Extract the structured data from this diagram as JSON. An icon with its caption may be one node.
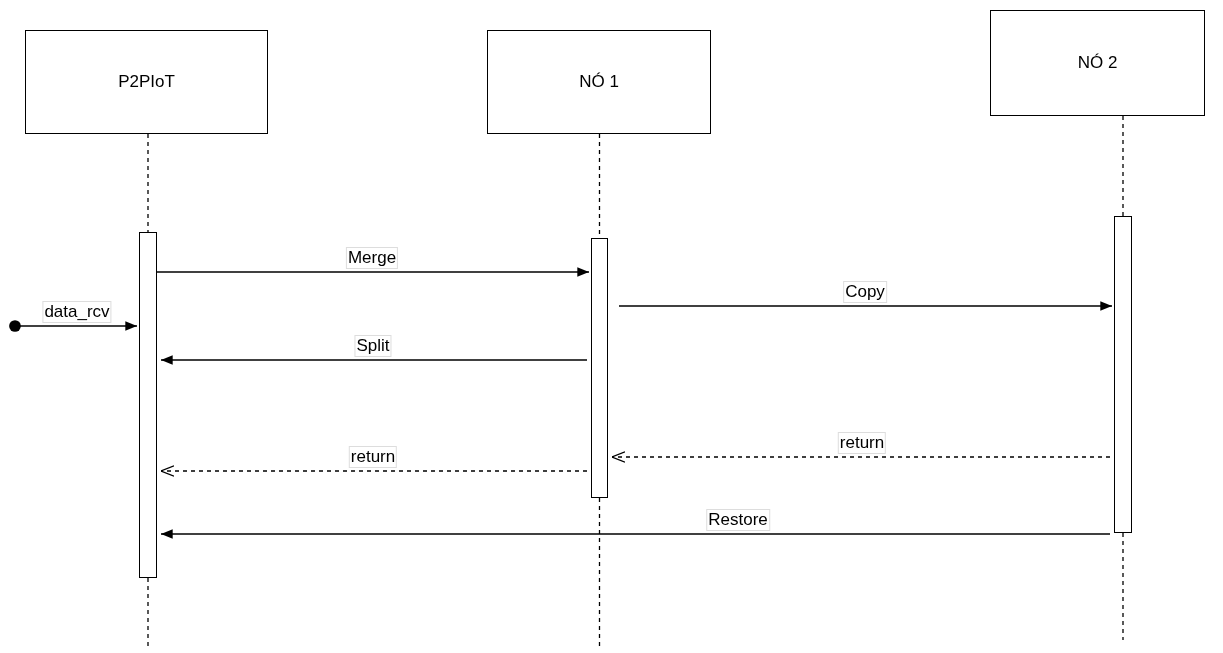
{
  "diagram": {
    "nodes": [
      {
        "text": [
          "P2PIoT"
        ]
      },
      {
        "text": [
          "NÓ 1"
        ]
      },
      {
        "text": [
          "NÓ 2"
        ]
      },
      {
        "text": [],
        "shape": "bar"
      },
      {
        "text": [],
        "shape": "bar"
      },
      {
        "text": [],
        "shape": "bar"
      }
    ],
    "edges": [
      {
        "from": 0,
        "to": 3,
        "arrow": "none",
        "style": "dashed"
      },
      {
        "from": 1,
        "to": 4,
        "arrow": "none",
        "style": "dashed"
      },
      {
        "from": 2,
        "to": 5,
        "arrow": "none",
        "style": "dashed"
      },
      {
        "from": 3,
        "to": 4,
        "arrow": "to",
        "label": "Merge"
      },
      {
        "from": 4,
        "to": 5,
        "arrow": "to",
        "label": "Copy"
      },
      {
        "from": null,
        "to": 3,
        "arrow": "to",
        "label": "data_rcv"
      },
      {
        "from": 4,
        "to": 3,
        "arrow": "to",
        "label": "Split"
      },
      {
        "from": 5,
        "to": 4,
        "arrow": "to",
        "label": "return",
        "style": "dashed"
      },
      {
        "from": 4,
        "to": 3,
        "arrow": "to",
        "label": "return",
        "style": "dashed"
      },
      {
        "from": 5,
        "to": 3,
        "arrow": "to",
        "label": "Restore"
      }
    ]
  }
}
